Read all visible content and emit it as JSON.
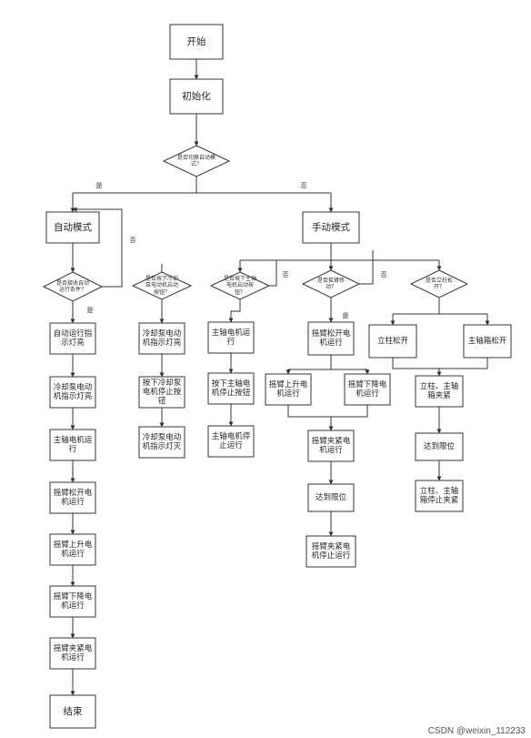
{
  "nodes": {
    "start": "开始",
    "init": "初始化",
    "mode_decision": "是否切换自动模式？",
    "auto_mode": "自动模式",
    "manual_mode": "手动模式",
    "auto_decision": "是否接收自动运行条件？",
    "auto_1": "自动运行指示灯亮",
    "auto_2": "冷却泵电动机指示灯亮",
    "auto_3": "主轴电机运行",
    "auto_4": "摇臂松开电机运行",
    "auto_5": "摇臂上升电机运行",
    "auto_6": "摇臂下降电机运行",
    "auto_7": "摇臂夹紧电机运行",
    "end": "结束",
    "cool_decision": "是否按下冷却泵电动机启动按钮？",
    "cool_1": "冷却泵电动机指示灯亮",
    "cool_2": "按下冷却泵电机停止按钮",
    "cool_3": "冷却泵电动机指示灯灭",
    "spindle_decision": "是否按下主轴电机启动按钮？",
    "spindle_1": "主轴电机运行",
    "spindle_2": "按下主轴电机停止按钮",
    "spindle_3": "主轴电机停止运行",
    "arm_decision": "是否摇臂移动？",
    "arm_1": "摇臂松开电机运行",
    "arm_up": "摇臂上升电机运行",
    "arm_down": "摇臂下降电机运行",
    "arm_2": "摇臂夹紧电机运行",
    "arm_3": "达到限位",
    "arm_4": "摇臂夹紧电机停止运行",
    "col_decision": "是否立柱松开？",
    "col_a": "立柱松开",
    "col_b": "主轴箱松开",
    "col_1": "立柱、主轴箱夹紧",
    "col_2": "达到限位",
    "col_3": "立柱、主轴箱停止夹紧"
  },
  "edge_labels": {
    "yes": "是",
    "no": "否"
  },
  "watermark": "CSDN @weixin_112233"
}
